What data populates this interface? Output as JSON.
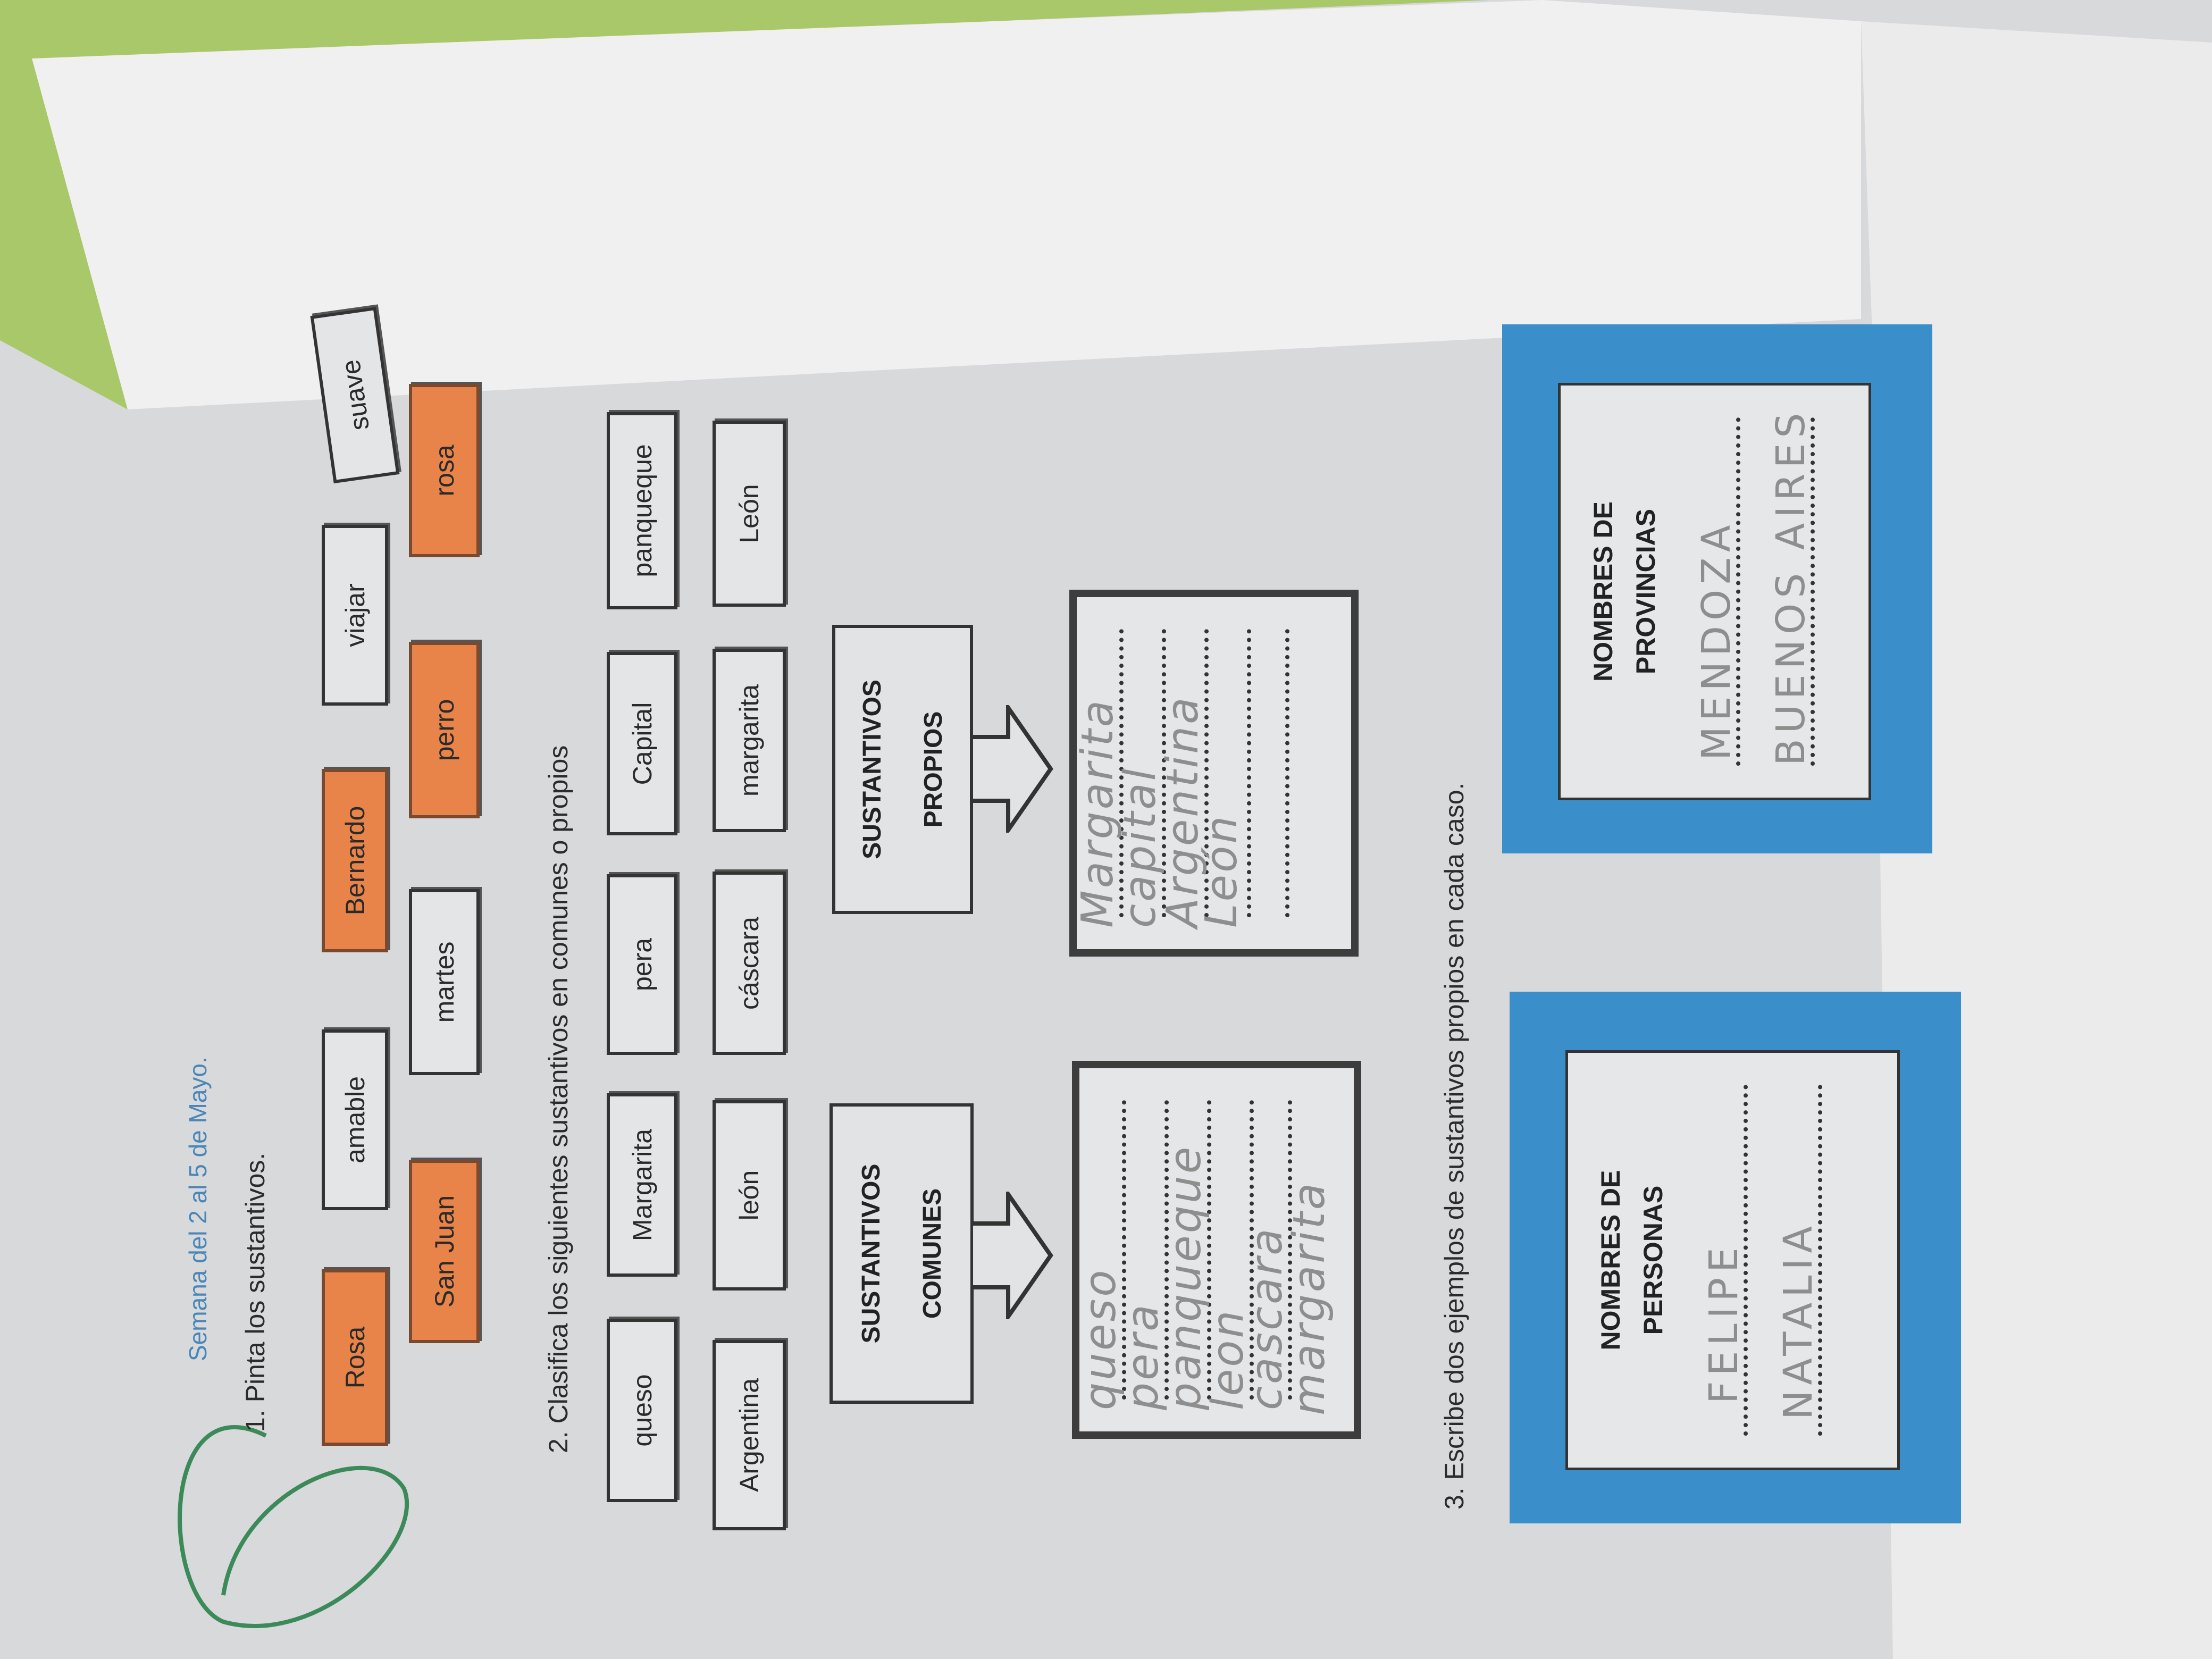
{
  "header": {
    "week": "Semana del 2 al 5 de Mayo."
  },
  "exercise1": {
    "instruction": "1.  Pinta los sustantivos.",
    "words": [
      {
        "text": "Rosa",
        "painted": true
      },
      {
        "text": "amable",
        "painted": false
      },
      {
        "text": "Bernardo",
        "painted": true
      },
      {
        "text": "viajar",
        "painted": false
      },
      {
        "text": "suave",
        "painted": false
      },
      {
        "text": "San Juan",
        "painted": true
      },
      {
        "text": "martes",
        "painted": false
      },
      {
        "text": "perro",
        "painted": true
      },
      {
        "text": "rosa",
        "painted": true
      }
    ]
  },
  "exercise2": {
    "instruction": "2. Clasifica los siguientes sustantivos en comunes o propios",
    "words": [
      "queso",
      "Margarita",
      "pera",
      "Capital",
      "panqueque",
      "Argentina",
      "león",
      "cáscara",
      "margarita",
      "León"
    ],
    "comunes": {
      "line1": "SUSTANTIVOS",
      "line2": "COMUNES",
      "answers": [
        "queso",
        "pera",
        "panqueque",
        "leon",
        "cascara",
        "margarita"
      ]
    },
    "propios": {
      "line1": "SUSTANTIVOS",
      "line2": "PROPIOS",
      "answers": [
        "Margarita",
        "capital",
        "Argentina",
        "León"
      ]
    }
  },
  "exercise3": {
    "instruction": "3. Escribe dos ejemplos de sustantivos propios en cada caso.",
    "personas": {
      "line1": "NOMBRES DE",
      "line2": "PERSONAS",
      "answers": [
        "FELIPE",
        "NATALIA"
      ]
    },
    "provincias": {
      "line1": "NOMBRES DE",
      "line2": "PROVINCIAS",
      "answers": [
        "MENDOZA",
        "BUENOS AIRES"
      ]
    }
  },
  "colors": {
    "painted": "#e8844a",
    "frame_blue": "#3a8fcb",
    "title_blue": "#4a86b8",
    "table_green": "#a8c86a"
  }
}
